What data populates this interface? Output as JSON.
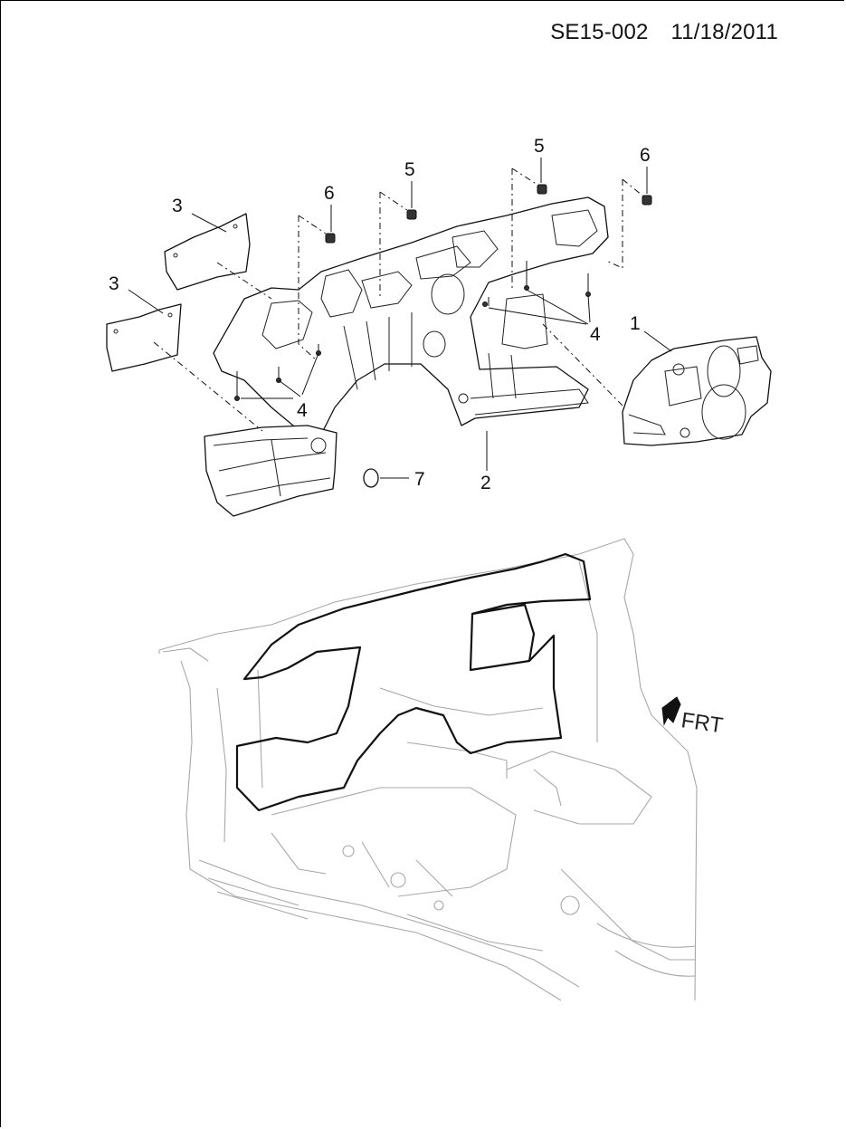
{
  "header": {
    "code": "SE15-002",
    "date": "11/18/2011"
  },
  "callouts": {
    "c1": "1",
    "c2": "2",
    "c3a": "3",
    "c3b": "3",
    "c4a": "4",
    "c4b": "4",
    "c5a": "5",
    "c5b": "5",
    "c6a": "6",
    "c6b": "6",
    "c7": "7"
  },
  "direction": {
    "label": "FRT",
    "icon": "arrow-front-icon"
  }
}
